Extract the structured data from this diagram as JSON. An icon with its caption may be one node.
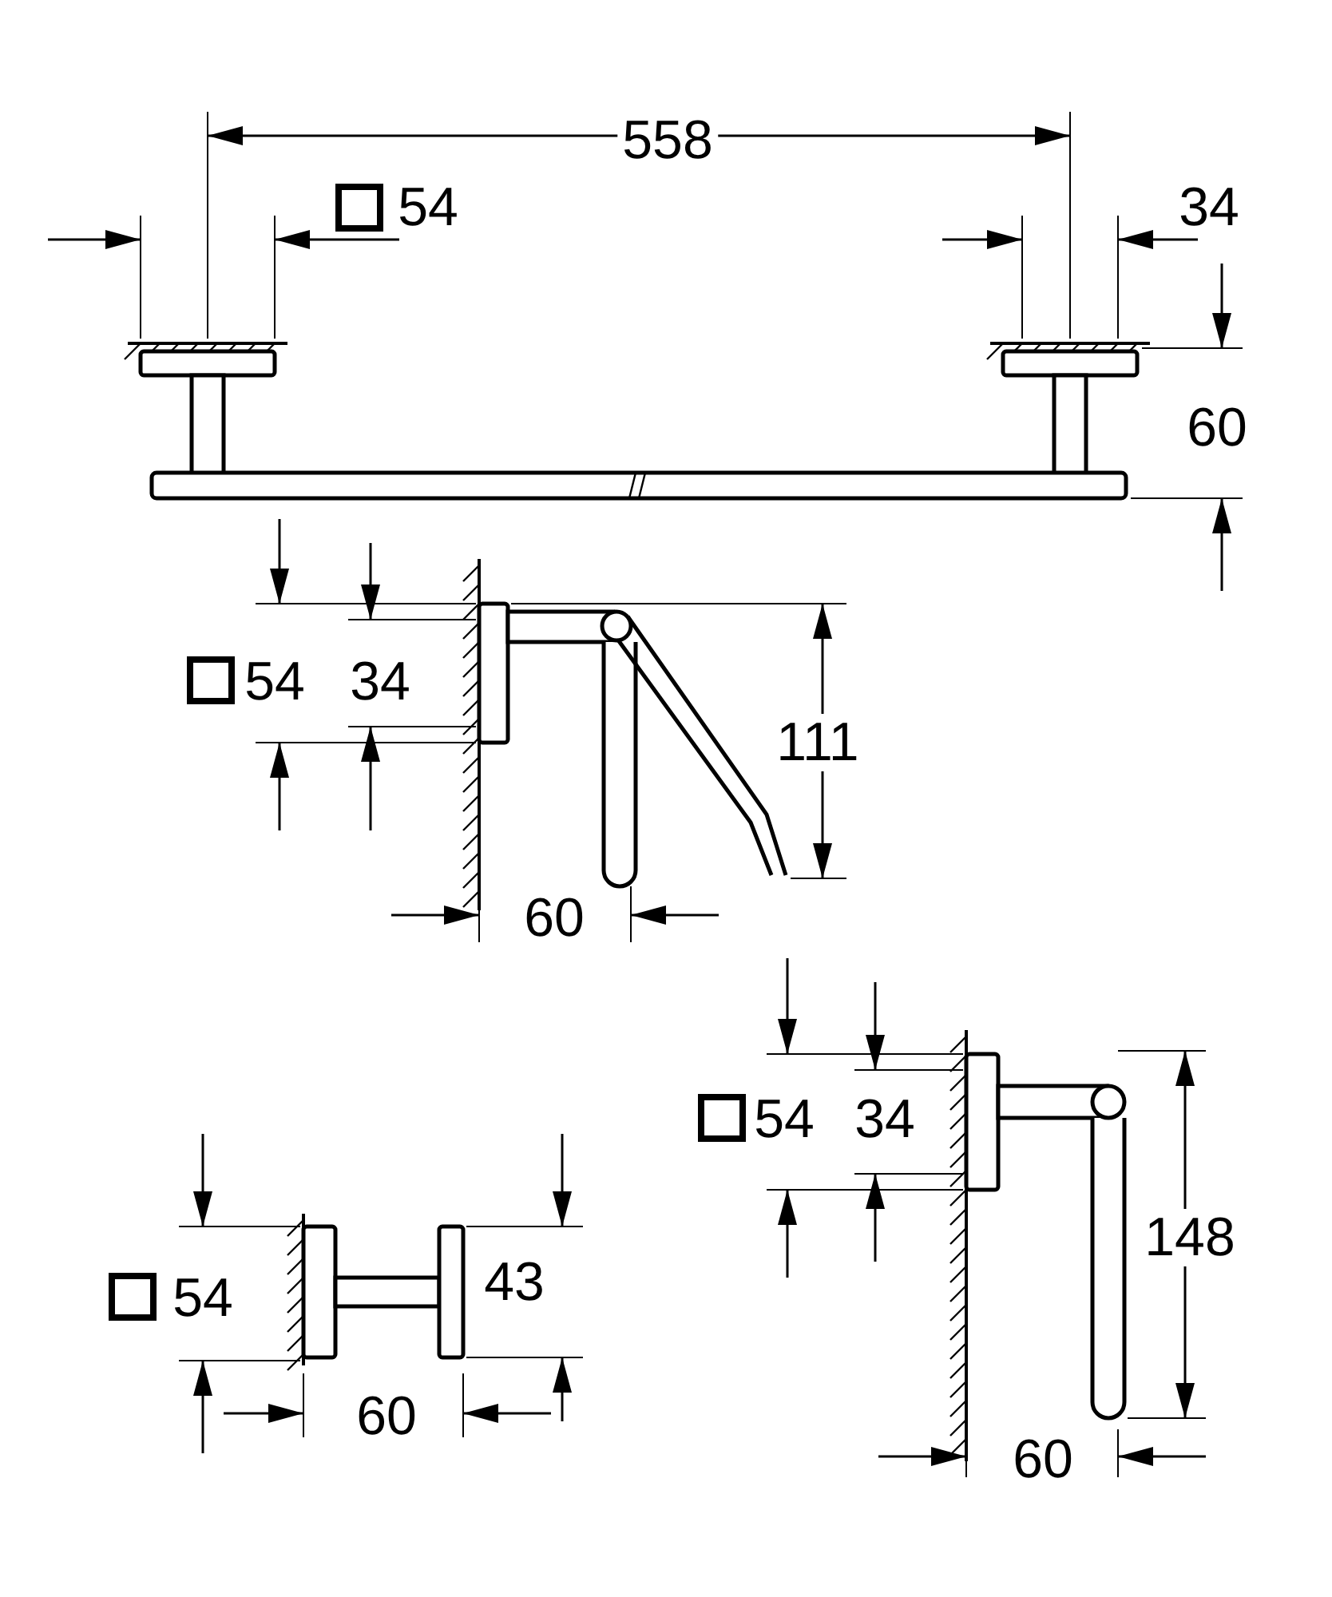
{
  "diagram": {
    "labels": [
      "558",
      "54",
      "34",
      "60",
      "54",
      "34",
      "111",
      "60",
      "54",
      "34",
      "148",
      "54",
      "43",
      "60",
      "60"
    ]
  }
}
